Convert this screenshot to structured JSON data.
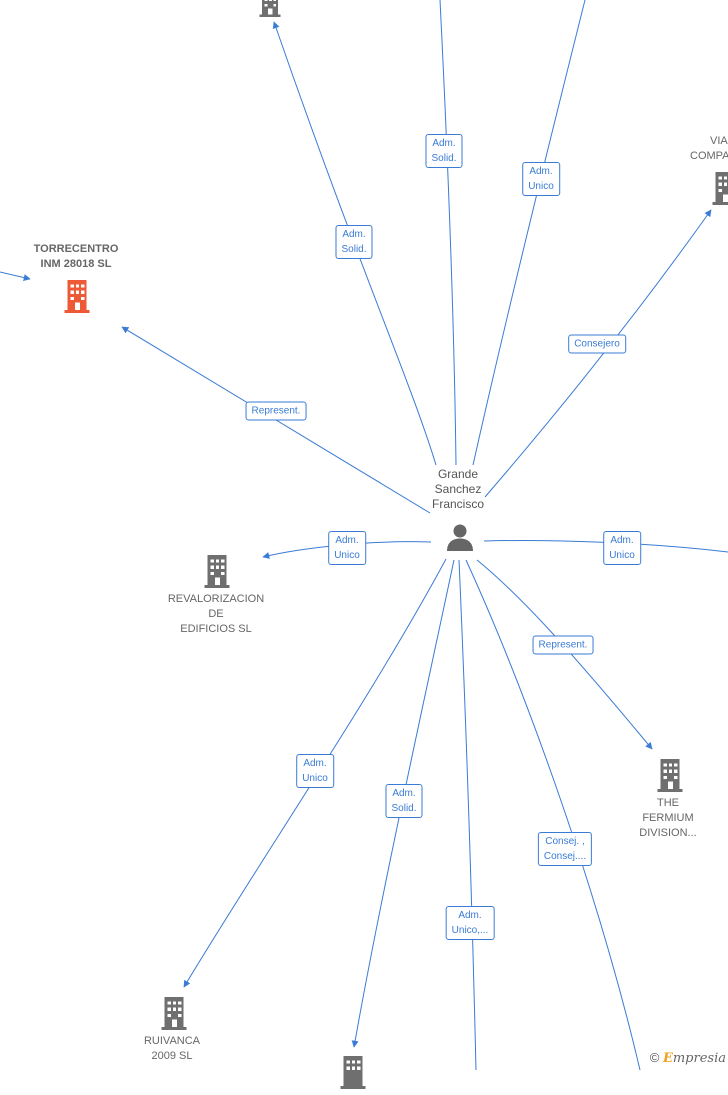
{
  "colors": {
    "edge": "#3a7bd5",
    "company": "#6f6f6f",
    "company_highlight": "#ee5a35",
    "person": "#666666"
  },
  "person": {
    "lines": [
      "Grande",
      "Sanchez",
      "Francisco"
    ],
    "icon": "person-icon"
  },
  "companies": [
    {
      "id": "torrecentro",
      "lines": [
        "TORRECENTRO",
        "INM 28018  SL"
      ],
      "highlight": true,
      "icon": "building-icon"
    },
    {
      "id": "revalorizacion",
      "lines": [
        "REVALORIZACION",
        "DE",
        "EDIFICIOS SL"
      ],
      "highlight": false,
      "icon": "building-icon"
    },
    {
      "id": "fermium",
      "lines": [
        "THE",
        "FERMIUM",
        "DIVISION..."
      ],
      "highlight": false,
      "icon": "building-icon"
    },
    {
      "id": "ruivanca",
      "lines": [
        "RUIVANCA",
        "2009 SL"
      ],
      "highlight": false,
      "icon": "building-icon"
    },
    {
      "id": "viae",
      "lines": [
        "VIAE",
        "COMPA"
      ],
      "highlight": false,
      "icon": "building-icon"
    },
    {
      "id": "top",
      "lines": [],
      "highlight": false,
      "icon": "building-icon"
    },
    {
      "id": "bottom",
      "lines": [],
      "highlight": false,
      "icon": "building-icon"
    }
  ],
  "edge_labels": [
    {
      "id": "torrecentro",
      "lines": [
        "Represent."
      ]
    },
    {
      "id": "top-company",
      "lines": [
        "Adm.",
        "Solid."
      ]
    },
    {
      "id": "top-center",
      "lines": [
        "Adm.",
        "Solid."
      ]
    },
    {
      "id": "top-right",
      "lines": [
        "Adm.",
        "Unico"
      ]
    },
    {
      "id": "viae",
      "lines": [
        "Consejero"
      ]
    },
    {
      "id": "revalorizacion",
      "lines": [
        "Adm.",
        "Unico"
      ]
    },
    {
      "id": "right",
      "lines": [
        "Adm.",
        "Unico"
      ]
    },
    {
      "id": "fermium",
      "lines": [
        "Represent."
      ]
    },
    {
      "id": "ruivanca",
      "lines": [
        "Adm.",
        "Unico"
      ]
    },
    {
      "id": "bottom-company",
      "lines": [
        "Adm.",
        "Solid."
      ]
    },
    {
      "id": "bottom-center",
      "lines": [
        "Adm.",
        "Unico,..."
      ]
    },
    {
      "id": "bottom-right",
      "lines": [
        "Consej. ,",
        "Consej...."
      ]
    }
  ],
  "watermark": {
    "copyright": "©",
    "brand_initial": "E",
    "brand_rest": "mpresia"
  }
}
